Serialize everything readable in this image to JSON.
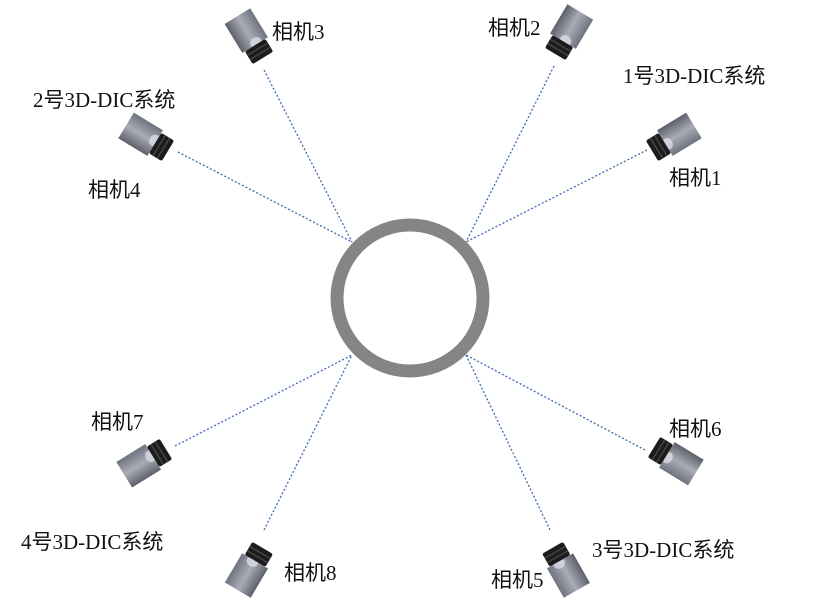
{
  "cameras": [
    {
      "label": "相机1"
    },
    {
      "label": "相机2"
    },
    {
      "label": "相机3"
    },
    {
      "label": "相机4"
    },
    {
      "label": "相机5"
    },
    {
      "label": "相机6"
    },
    {
      "label": "相机7"
    },
    {
      "label": "相机8"
    }
  ],
  "systems": [
    {
      "label": "1号3D-DIC系统"
    },
    {
      "label": "2号3D-DIC系统"
    },
    {
      "label": "3号3D-DIC系统"
    },
    {
      "label": "4号3D-DIC系统"
    }
  ],
  "colors": {
    "ring": "#858585",
    "sightline": "#3b6cb0",
    "lens": "#1c1c1c",
    "body": "#8a8d96"
  }
}
